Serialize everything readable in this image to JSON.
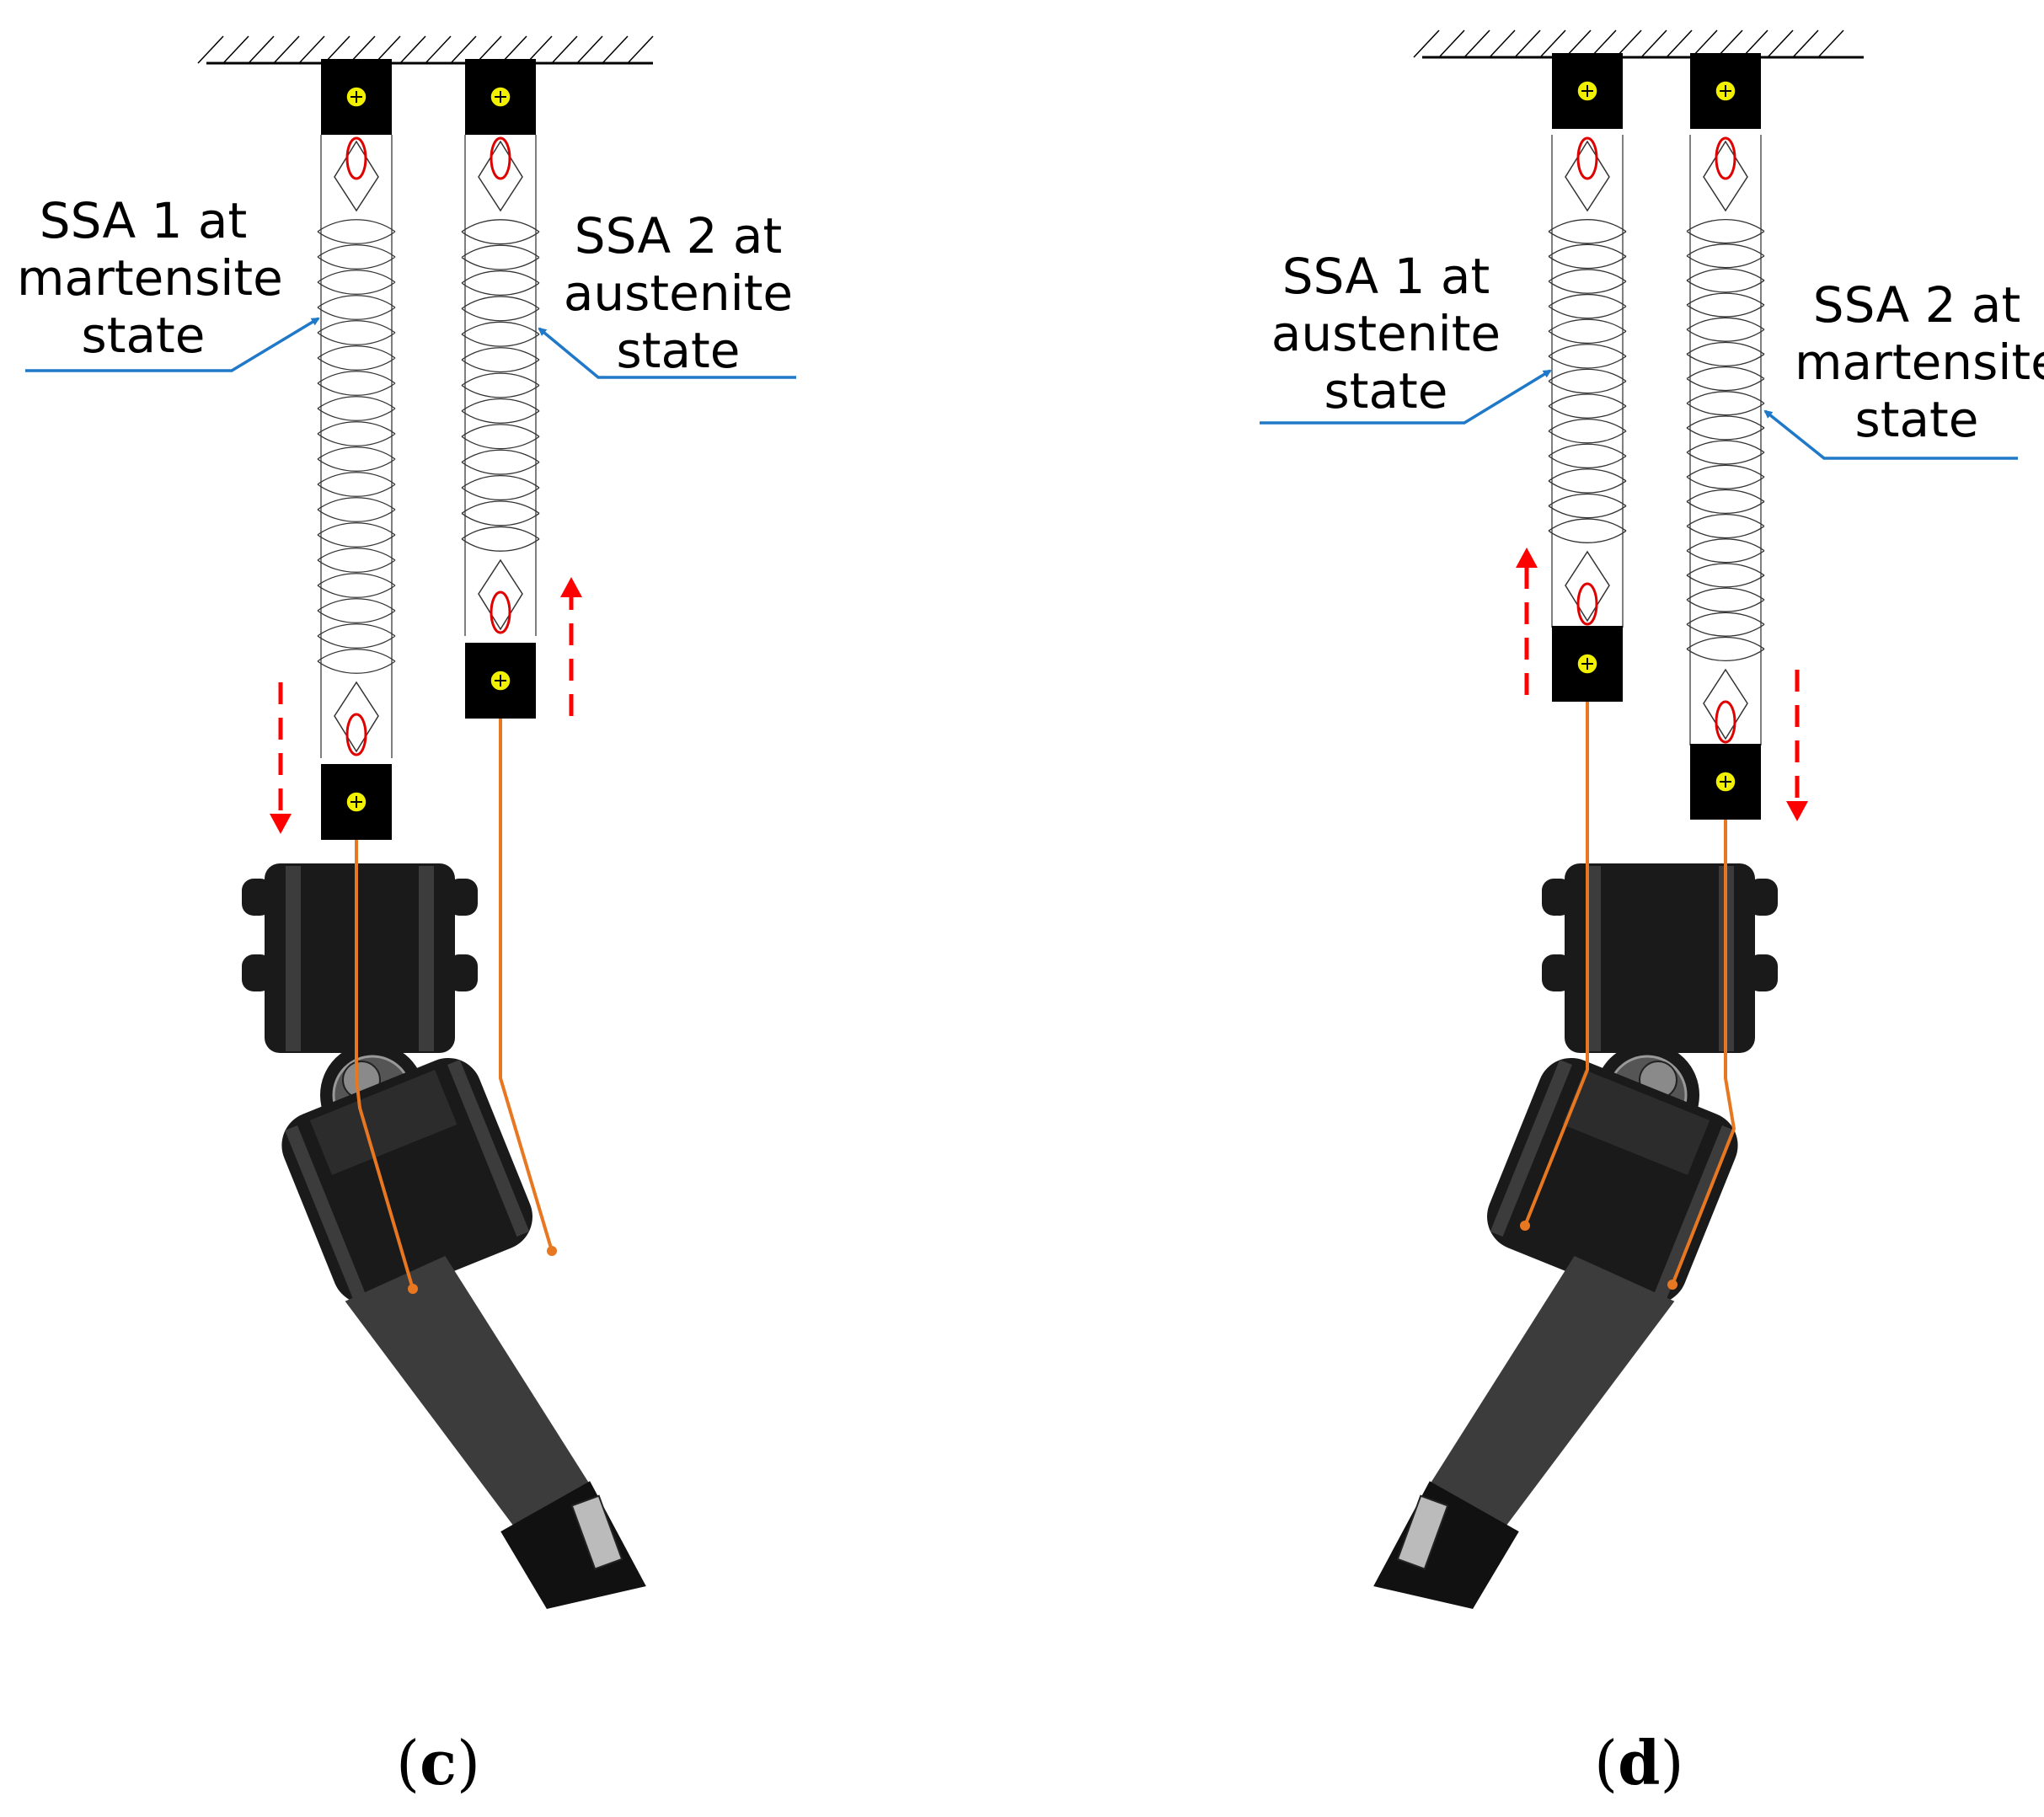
{
  "panels": [
    {
      "id": "c",
      "caption_open": "(",
      "caption_letter": "c",
      "caption_close": ")",
      "left_label": [
        "SSA 1 at",
        "martensite",
        "state"
      ],
      "right_label": [
        "SSA 2 at",
        "austenite",
        "state"
      ],
      "ssa1_motion": "down",
      "ssa2_motion": "up",
      "finger_bend": "right"
    },
    {
      "id": "d",
      "caption_open": "(",
      "caption_letter": "d",
      "caption_close": ")",
      "left_label": [
        "SSA 1 at",
        "austenite",
        "state"
      ],
      "right_label": [
        "SSA 2 at",
        "martensite",
        "state"
      ],
      "ssa1_motion": "up",
      "ssa2_motion": "down",
      "finger_bend": "left"
    }
  ],
  "colors": {
    "spring_block": "#000000",
    "screw": "#f0f000",
    "tendon": "#e87722",
    "pointer_line": "#1f78c8",
    "motion_arrow": "#ff0000",
    "link_dark": "#1a1a1a",
    "link_mid": "#3c3c3c",
    "hook_ring": "#e00000"
  },
  "icons": {
    "ground": "hatched-ground-icon",
    "arrow": "dashed-arrow-icon"
  }
}
